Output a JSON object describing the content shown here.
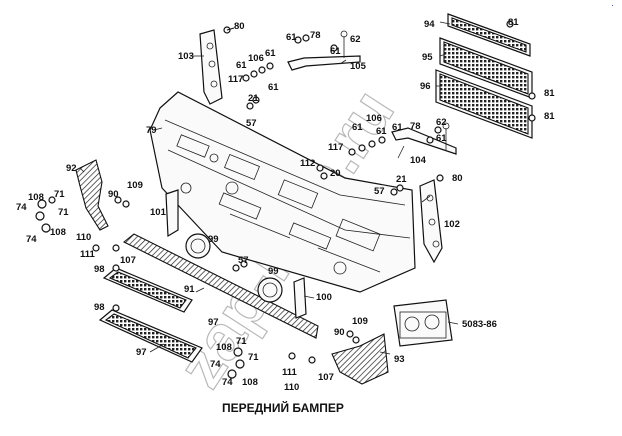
{
  "title": "ПЕРЕДНИЙ БАМПЕР",
  "watermark": "zap-kam.ru",
  "corner_mark": "·",
  "ref_code": "5083-86",
  "labels": {
    "p80a": "80",
    "p94": "94",
    "p81a": "81",
    "p61a": "61",
    "p78a": "78",
    "p62a": "62",
    "p61b": "61",
    "p105": "105",
    "p103": "103",
    "p106a": "106",
    "p61c": "61",
    "p61d": "61",
    "p117a": "117",
    "p61e": "61",
    "p95": "95",
    "p96": "96",
    "p81b": "81",
    "p81c": "81",
    "p21a": "21",
    "p57a": "57",
    "p79": "79",
    "p61f": "61",
    "p106b": "106",
    "p61g": "61",
    "p78b": "78",
    "p62b": "62",
    "p61h": "61",
    "p117b": "117",
    "p61i": "61",
    "p104": "104",
    "p112": "112",
    "p20": "20",
    "p92": "92",
    "p108a": "108",
    "p71a": "71",
    "p74a": "74",
    "p71b": "71",
    "p74b": "74",
    "p108b": "108",
    "p90a": "90",
    "p109a": "109",
    "p57b": "57",
    "p21b": "21",
    "p80b": "80",
    "p101": "101",
    "p99a": "99",
    "p102": "102",
    "p110a": "110",
    "p111a": "111",
    "p98a": "98",
    "p107a": "107",
    "p57c": "57",
    "p99b": "99",
    "p91": "91",
    "p100": "100",
    "p98b": "98",
    "p97a": "97",
    "p97b": "97",
    "p90b": "90",
    "p109b": "109",
    "p108c": "108",
    "p71c": "71",
    "p74c": "74",
    "p71d": "71",
    "p74d": "74",
    "p108d": "108",
    "p111b": "111",
    "p110b": "110",
    "p107b": "107",
    "p93": "93"
  }
}
